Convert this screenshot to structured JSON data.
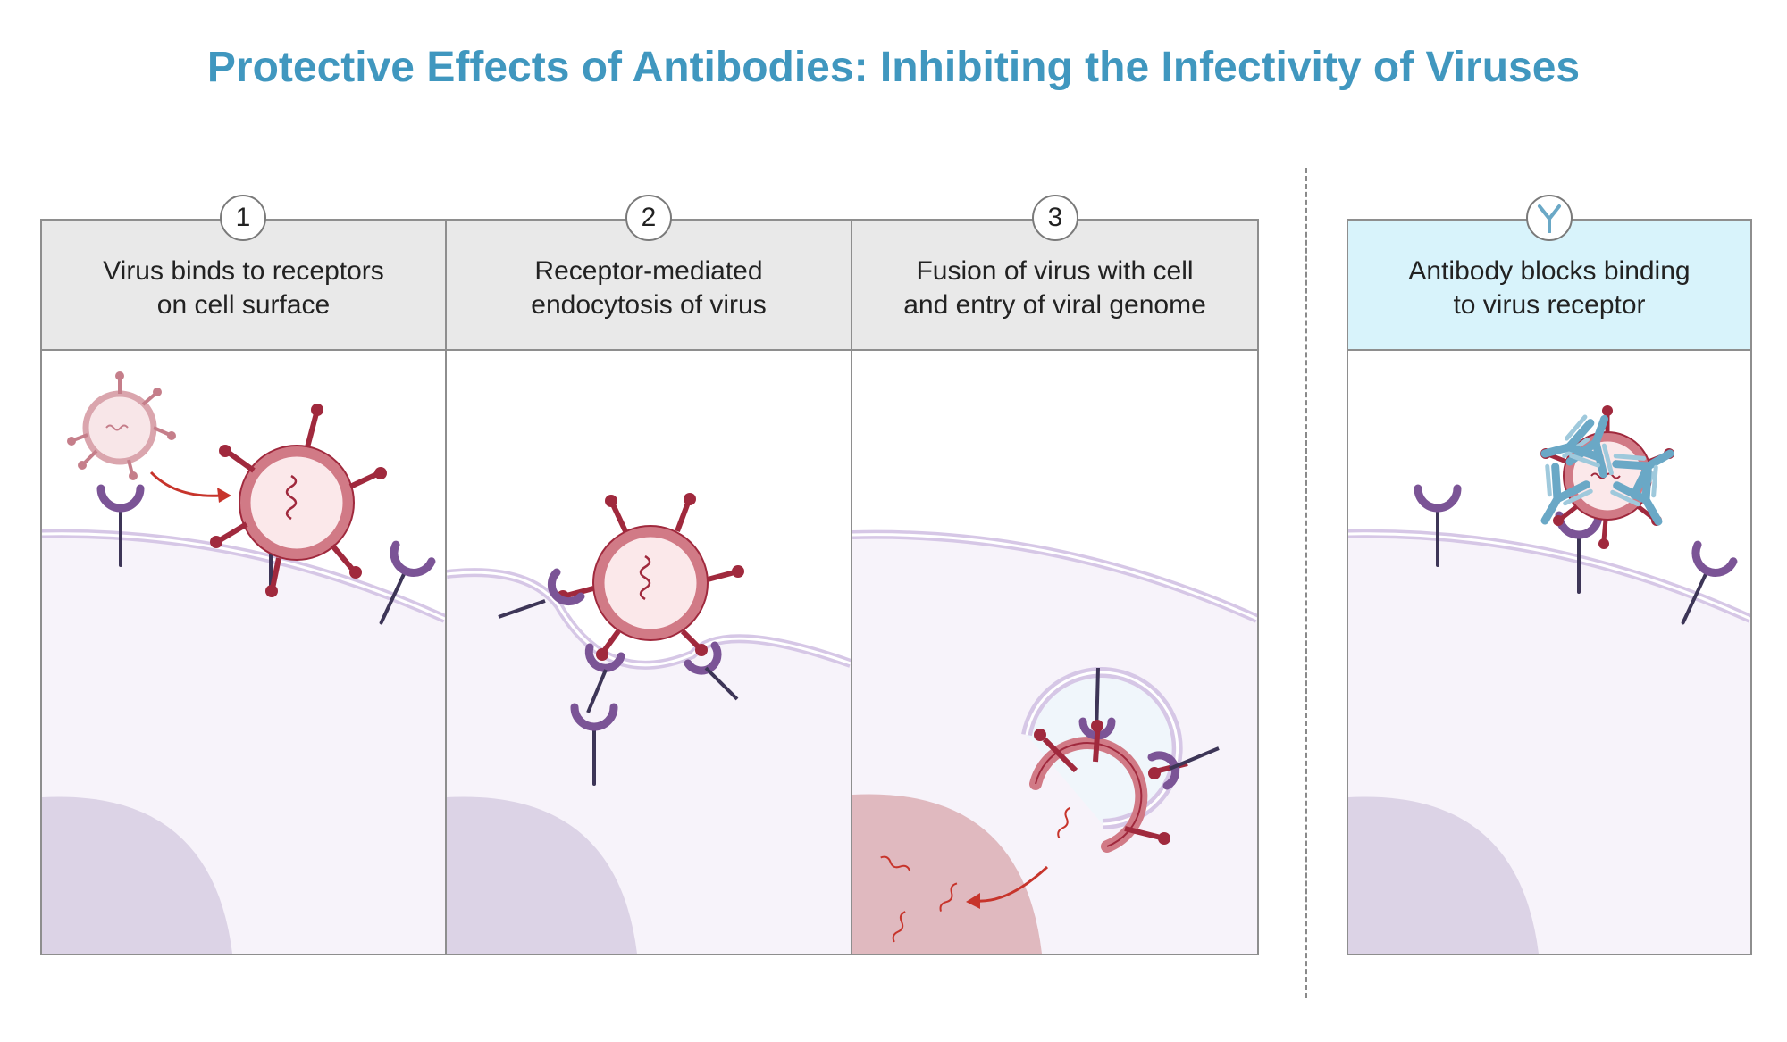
{
  "title": "Protective Effects of Antibodies: Inhibiting the Infectivity of Viruses",
  "panels": [
    {
      "step": "1",
      "caption": "Virus binds to receptors\non cell surface"
    },
    {
      "step": "2",
      "caption": "Receptor-mediated\nendocytosis of virus"
    },
    {
      "step": "3",
      "caption": "Fusion of virus with cell\nand entry of viral genome"
    },
    {
      "step_icon": "antibody-icon",
      "caption": "Antibody blocks binding\nto virus receptor"
    }
  ],
  "colors": {
    "title": "#4097bf",
    "virus": "#a0293d",
    "receptor": "#7b5496",
    "antibody": "#6aa8c6",
    "cell": "#f7f3fa",
    "nucleus": "#dcd3e6",
    "header_gray": "#e9e9e9",
    "header_blue": "#d8f3fb"
  }
}
